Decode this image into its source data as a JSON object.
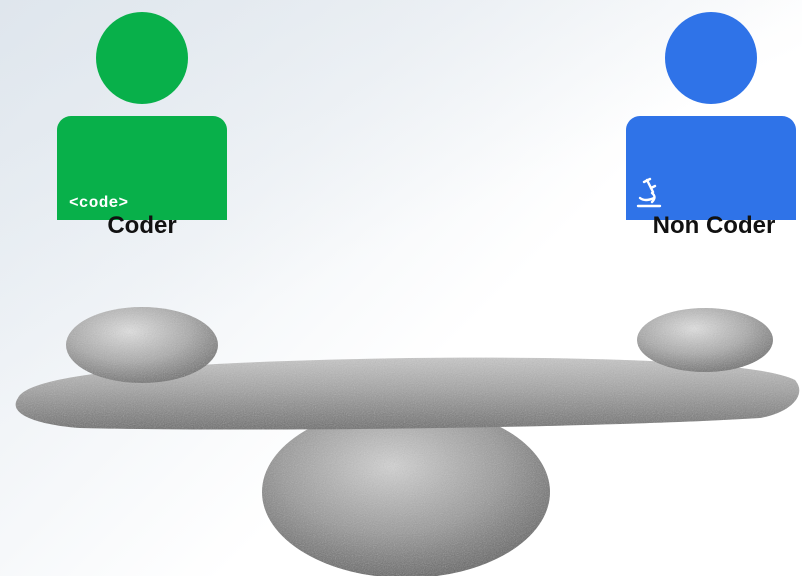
{
  "people": {
    "left": {
      "label": "Coder",
      "badge_text": "<code>",
      "color": "#08b04a"
    },
    "right": {
      "label": "Non Coder",
      "icon": "microscope-icon",
      "color": "#2f73e8"
    }
  },
  "balance": {
    "icon": "balancing-stones"
  }
}
